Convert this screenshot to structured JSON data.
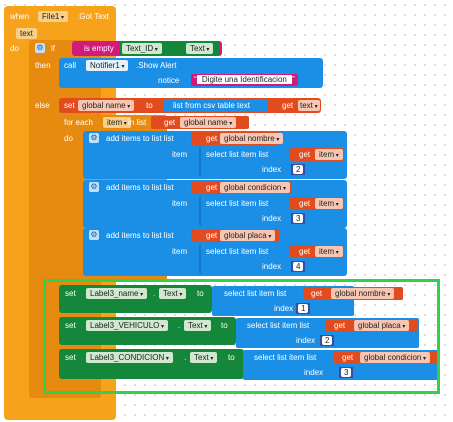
{
  "event": {
    "when": "when",
    "component": "File1",
    "event": ".Got Text",
    "param": "text",
    "do": "do"
  },
  "if_block": {
    "if": "if",
    "then": "then",
    "else": "else"
  },
  "is_empty": {
    "label": "is empty",
    "component": "Text_ID",
    "property": "Text"
  },
  "notifier": {
    "call": "call",
    "component": "Notifier1",
    "method": ".Show Alert",
    "arg": "notice",
    "message": " Digite una Identificacion "
  },
  "set_name": {
    "set": "set",
    "var": "global name",
    "to": "to",
    "func": "list from csv table  text",
    "get": "get",
    "arg": "text"
  },
  "foreach": {
    "label": "for each",
    "item": "item",
    "in_list": "in list",
    "get": "get",
    "list": "global name",
    "do": "do"
  },
  "add_items": [
    {
      "label": "add items to list  list",
      "get": "get",
      "var": "global nombre",
      "item": "item",
      "select": "select list item  list",
      "get2": "get",
      "item_var": "item",
      "index": "index",
      "index_val": "2"
    },
    {
      "label": "add items to list  list",
      "get": "get",
      "var": "global condicion",
      "item": "item",
      "select": "select list item  list",
      "get2": "get",
      "item_var": "item",
      "index": "index",
      "index_val": "3"
    },
    {
      "label": "add items to list  list",
      "get": "get",
      "var": "global placa",
      "item": "item",
      "select": "select list item  list",
      "get2": "get",
      "item_var": "item",
      "index": "index",
      "index_val": "4"
    }
  ],
  "set_labels": [
    {
      "set": "set",
      "component": "Label3_name",
      "property": "Text",
      "to": "to",
      "select": "select list item  list",
      "get": "get",
      "var": "global nombre",
      "index": "index",
      "index_val": "1"
    },
    {
      "set": "set",
      "component": "Label3_VEHICULO",
      "property": "Text",
      "to": "to",
      "select": "select list item  list",
      "get": "get",
      "var": "global placa",
      "index": "index",
      "index_val": "2"
    },
    {
      "set": "set",
      "component": "Label3_CONDICION",
      "property": "Text",
      "to": "to",
      "select": "select list item  list",
      "get": "get",
      "var": "global condicion",
      "index": "index",
      "index_val": "3"
    }
  ],
  "colors": {
    "event": "#f6a21a",
    "component": "#1b8fe6",
    "control": "#e68a10",
    "variable": "#e24b1e",
    "text": "#d21a7c",
    "math": "#3b4c9c",
    "setter": "#15873b",
    "selection": "#2fd14d"
  },
  "icons": {
    "mutator": "gear-icon"
  }
}
